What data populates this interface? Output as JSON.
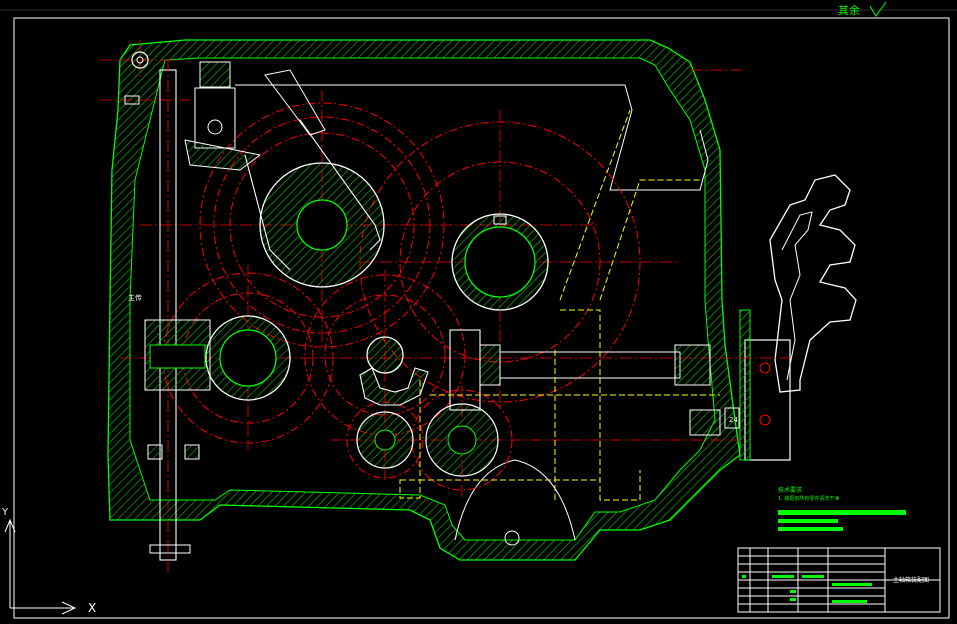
{
  "drawing": {
    "top_text": "其余",
    "side_label": "主传",
    "notes_title": "技术要求",
    "note_1": "1. 装配前所有零件清洗干净",
    "title_block_title": "主轴箱装配图",
    "dimension_label": "24",
    "ucs_x": "X",
    "ucs_y": "Y"
  },
  "colors": {
    "background": "#000000",
    "outline": "#ffffff",
    "housing": "#00ff00",
    "gear_centerline": "#ff0000",
    "hidden": "#ffff00",
    "text": "#00ff00"
  }
}
